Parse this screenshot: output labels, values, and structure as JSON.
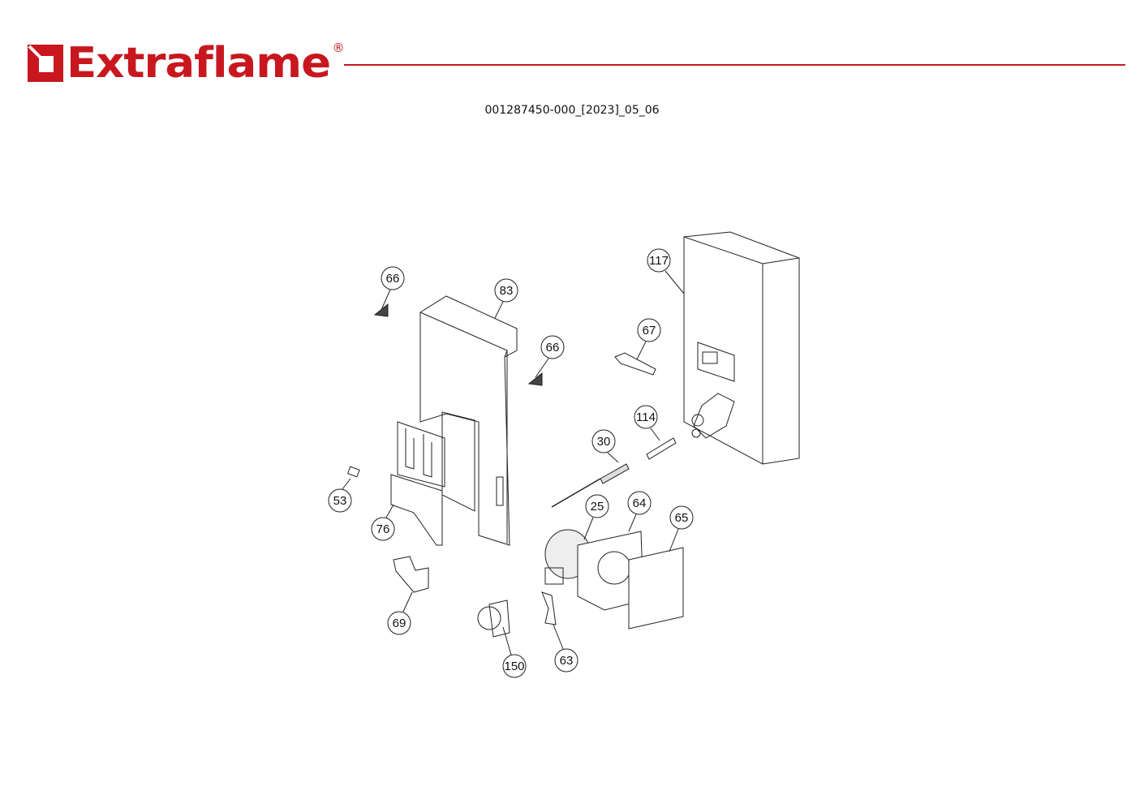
{
  "header": {
    "brand": "Extraflame",
    "registered_mark": "®",
    "brand_color": "#c8171e",
    "document_code": "001287450-000_[2023]_05_06"
  },
  "diagram": {
    "callouts": [
      "66",
      "83",
      "66",
      "117",
      "67",
      "114",
      "30",
      "53",
      "76",
      "25",
      "64",
      "65",
      "69",
      "150",
      "63"
    ]
  }
}
